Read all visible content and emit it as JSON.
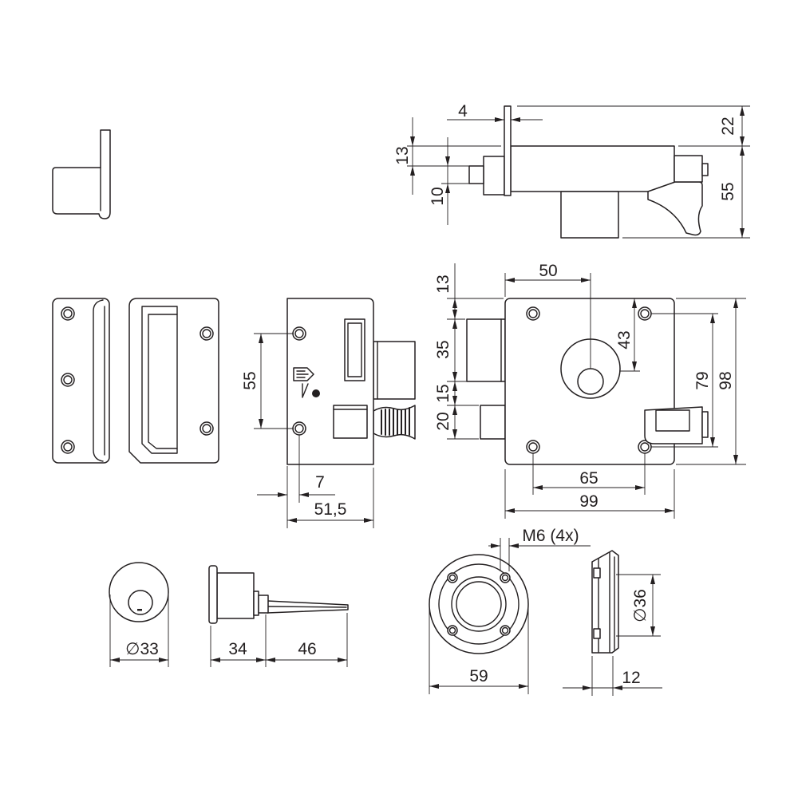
{
  "colors": {
    "line": "#231f20",
    "background": "#ffffff"
  },
  "side_view": {
    "plate_thickness": "4",
    "plate_above_body": "22",
    "body_to_bolt": "13",
    "bolt_height": "10",
    "body_height": "55"
  },
  "front_view": {
    "screw_spacing": "55",
    "screw_to_edge": "7",
    "depth": "51,5"
  },
  "rear_view": {
    "cylinder_offset": "50",
    "top_to_bolt": "13",
    "bolt_height": "35",
    "bolt_gap": "15",
    "latch_height": "20",
    "cylinder_from_top": "43",
    "screw_spacing_vertical": "79",
    "height": "98",
    "screw_spacing_horizontal": "65",
    "width": "99"
  },
  "cylinder": {
    "diameter": "∅33",
    "body_length": "34",
    "tail_length": "46"
  },
  "rosette": {
    "thread": "M6 (4x)",
    "outer_diameter": "59",
    "inner_diameter": "∅36",
    "thickness": "12"
  }
}
